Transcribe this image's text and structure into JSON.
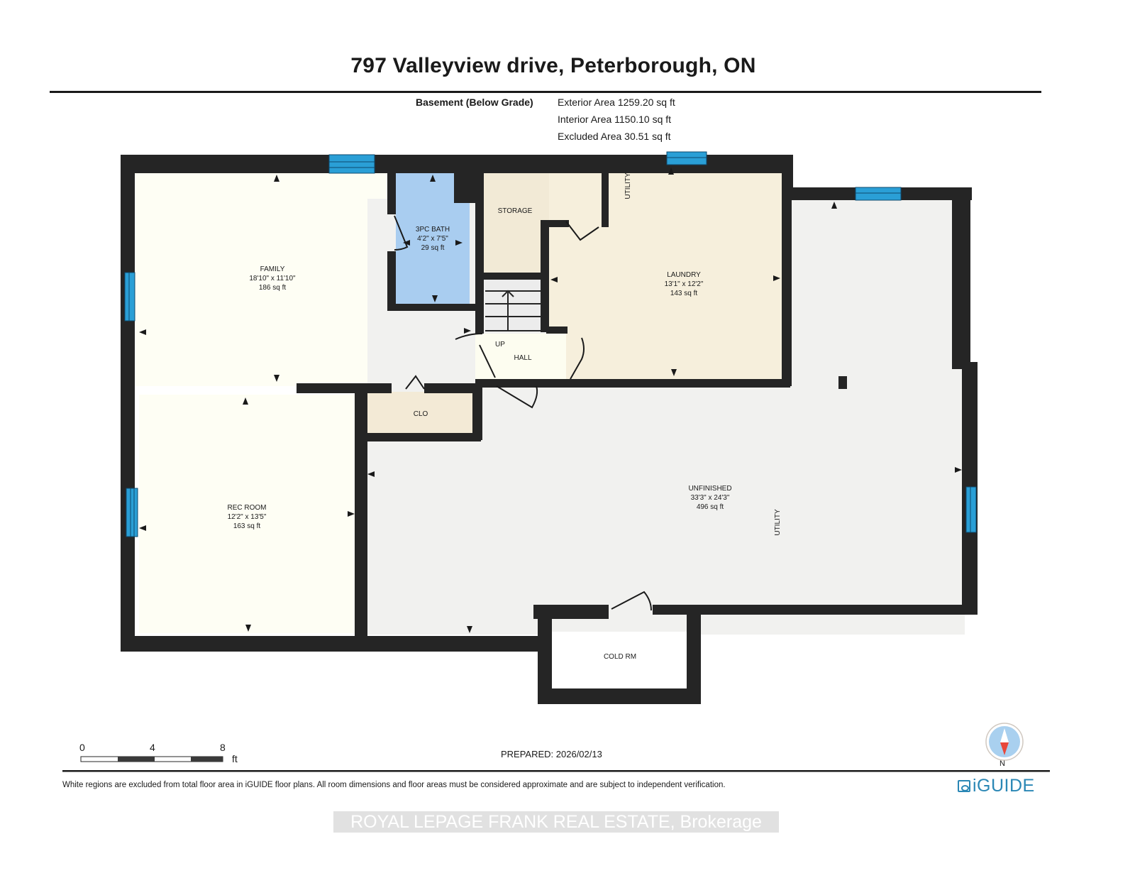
{
  "header": {
    "title": "797 Valleyview drive, Peterborough, ON"
  },
  "summary": {
    "floor_label": "Basement (Below Grade)",
    "exterior_area": "Exterior Area 1259.20 sq ft",
    "interior_area": "Interior Area 1150.10 sq ft",
    "excluded_area": "Excluded Area 30.51 sq ft"
  },
  "rooms": [
    {
      "name": "FAMILY",
      "dims": "18'10\" x 11'10\"",
      "area": "186 sq ft",
      "color": "#fefef4"
    },
    {
      "name": "3PC BATH",
      "dims": "4'2\" x 7'5\"",
      "area": "29 sq ft",
      "color": "#a9cdf0"
    },
    {
      "name": "STORAGE",
      "dims": "",
      "area": "",
      "color": "#f2ead6"
    },
    {
      "name": "LAUNDRY",
      "dims": "13'1\" x 12'2\"",
      "area": "143 sq ft",
      "color": "#f6efdc"
    },
    {
      "name": "HALL",
      "dims": "",
      "area": "",
      "color": "#fdfdf0"
    },
    {
      "name": "CLO",
      "dims": "",
      "area": "",
      "color": "#f3ead6"
    },
    {
      "name": "REC ROOM",
      "dims": "12'2\" x 13'5\"",
      "area": "163 sq ft",
      "color": "#fefef4"
    },
    {
      "name": "UNFINISHED",
      "dims": "33'3\" x 24'3\"",
      "area": "496 sq ft",
      "color": "#f1f1ef"
    },
    {
      "name": "COLD RM",
      "dims": "",
      "area": "",
      "color": "#ffffff"
    }
  ],
  "annotations": {
    "utility_upper": "UTILITY",
    "utility_lower": "UTILITY",
    "stairs_up": "UP"
  },
  "scale_bar": {
    "ticks": [
      "0",
      "4",
      "8"
    ],
    "unit": "ft"
  },
  "footer": {
    "prepared": "PREPARED: 2026/02/13",
    "compass_label": "N",
    "disclaimer": "White regions are excluded from total floor area in iGUIDE floor plans. All room dimensions and floor areas must be considered approximate and are subject to independent verification.",
    "brand": "iGUIDE",
    "watermark": "ROYAL LEPAGE FRANK REAL ESTATE, Brokerage"
  },
  "colors": {
    "wall": "#252525",
    "window": "#2a9fd6",
    "brand": "#2a87b5",
    "compass_needle": "#e8473a",
    "compass_fill": "#a9d0ef"
  }
}
